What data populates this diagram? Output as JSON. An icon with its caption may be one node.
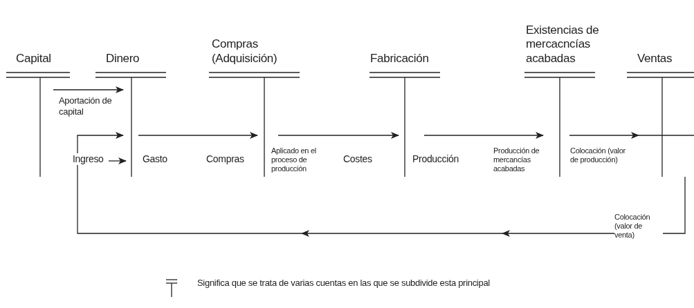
{
  "diagram": {
    "nodes": [
      {
        "text": [
          "Capital"
        ]
      },
      {
        "text": [
          "Dinero",
          "Ingreso",
          "Gasto"
        ]
      },
      {
        "text": [
          "Compras (Adquisición)",
          "Compras",
          "Aplicado en el proceso de producción"
        ]
      },
      {
        "text": [
          "Fabricación",
          "Costes",
          "Producción"
        ]
      },
      {
        "text": [
          "Existencias de mercacncías acabadas",
          "Producción de mercancías acabadas",
          "Colocación (valor de producción)"
        ]
      },
      {
        "text": [
          "Ventas"
        ]
      }
    ],
    "edges": [
      {
        "from": 0,
        "to": 1,
        "arrow": "to",
        "label": "Aportación de capital"
      },
      {
        "from": 5,
        "to": 1,
        "arrow": "to",
        "label": "Colocación (valor de venta)"
      },
      {
        "from": null,
        "to": 1,
        "arrow": "to"
      },
      {
        "from": 1,
        "to": 2,
        "arrow": "to"
      },
      {
        "from": 2,
        "to": 3,
        "arrow": "to"
      },
      {
        "from": 3,
        "to": 4,
        "arrow": "to"
      },
      {
        "from": 4,
        "to": 5,
        "arrow": "to"
      }
    ],
    "legend": [
      {
        "text": "Significa que se trata de varias cuentas en las que se subdivide esta principal"
      }
    ]
  }
}
